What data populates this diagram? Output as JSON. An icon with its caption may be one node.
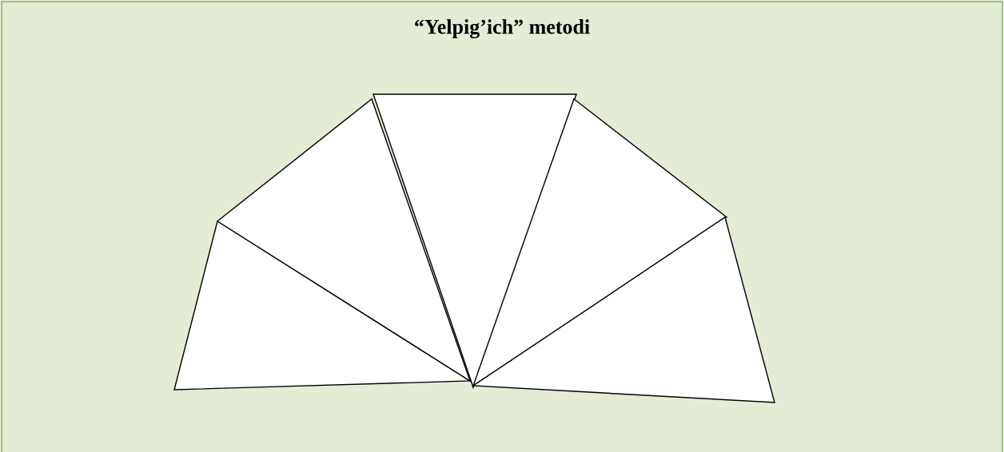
{
  "diagram": {
    "title": "“Yelpig’ich” metodi",
    "nodes": [
      {
        "text": [],
        "shape": "triangle"
      },
      {
        "text": [],
        "shape": "triangle"
      },
      {
        "text": [],
        "shape": "triangle"
      },
      {
        "text": [],
        "shape": "triangle"
      },
      {
        "text": [],
        "shape": "triangle"
      }
    ]
  }
}
